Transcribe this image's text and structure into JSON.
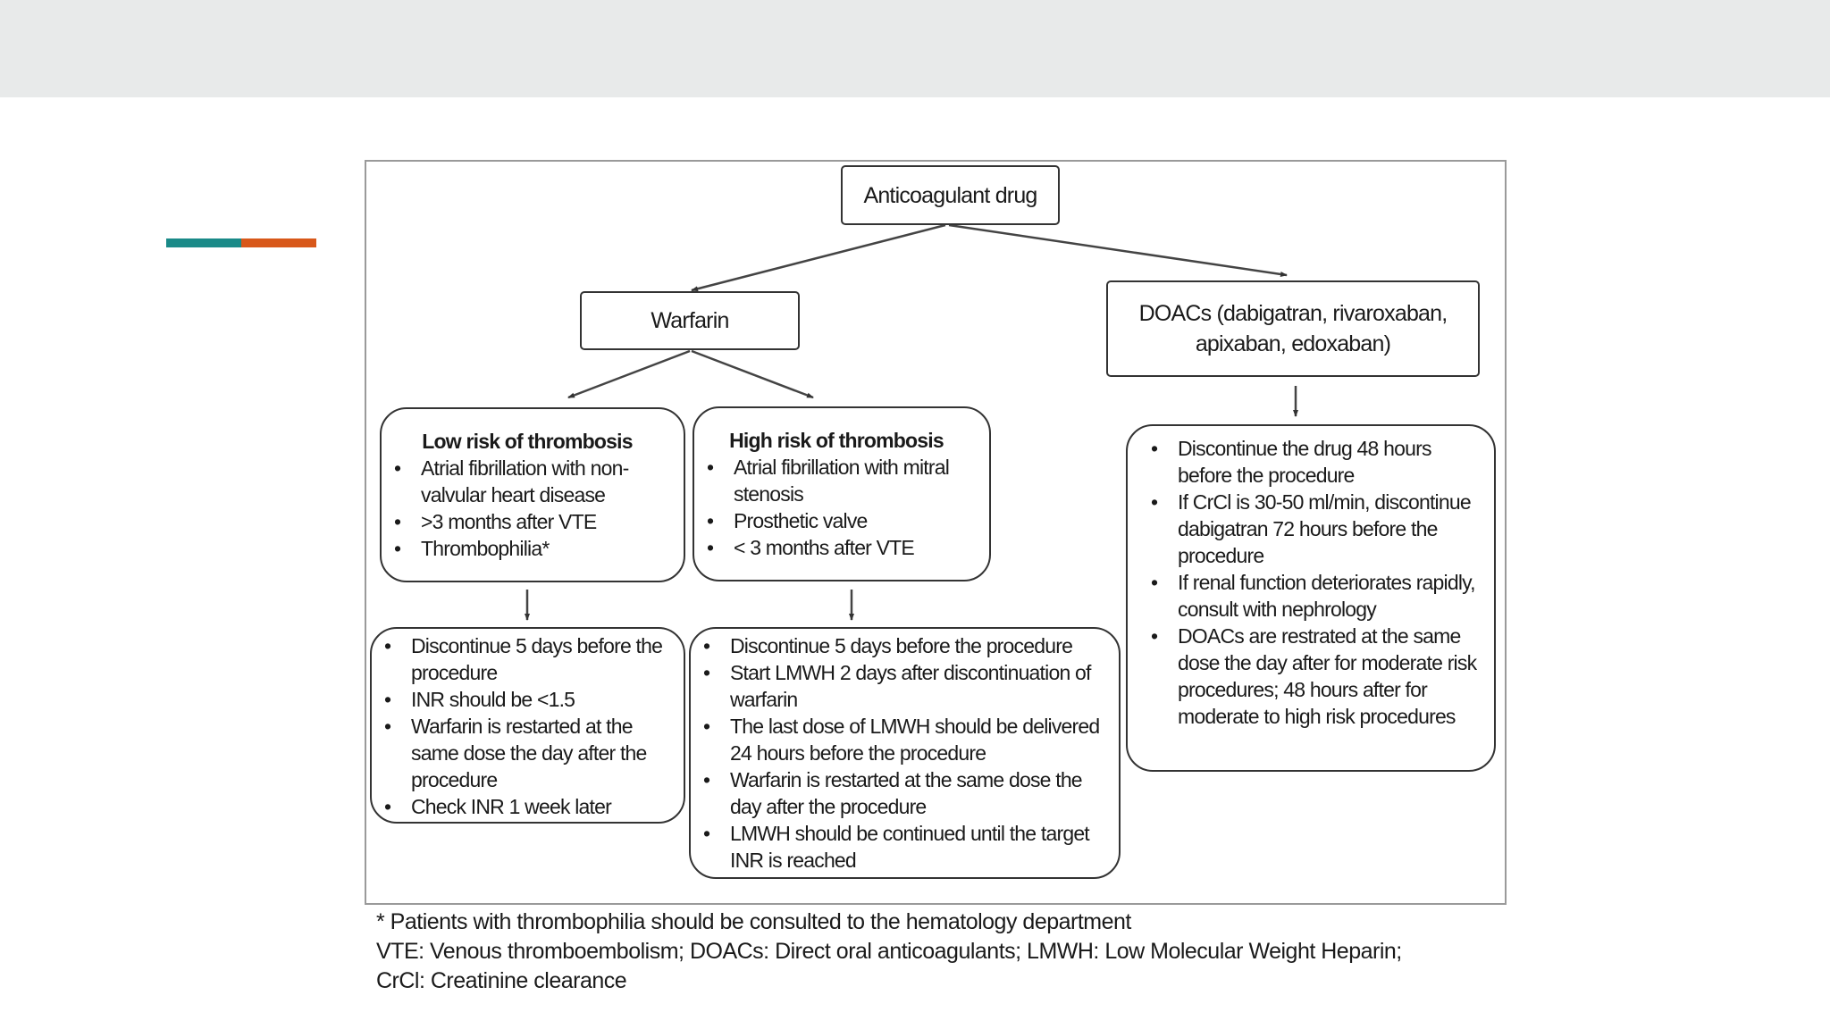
{
  "diagram": {
    "root": "Anticoagulant drug",
    "warfarin": "Warfarin",
    "doacs": "DOACs (dabigatran, rivaroxaban, apixaban, edoxaban)",
    "low_risk": {
      "title": "Low risk of thrombosis",
      "items": [
        "Atrial fibrillation with non-valvular heart disease",
        ">3 months after VTE",
        "Thrombophilia*"
      ]
    },
    "high_risk": {
      "title": "High risk of thrombosis",
      "items": [
        "Atrial fibrillation with mitral stenosis",
        "Prosthetic valve",
        "< 3 months after VTE"
      ]
    },
    "low_risk_actions": [
      "Discontinue 5 days before the procedure",
      "INR should be <1.5",
      "Warfarin is restarted at the same dose the day after the procedure",
      "Check INR 1 week later"
    ],
    "high_risk_actions": [
      "Discontinue 5 days before the procedure",
      "Start LMWH 2 days after discontinuation of warfarin",
      "The last dose of LMWH should be delivered 24 hours before the procedure",
      "Warfarin is restarted at the same dose the day after the procedure",
      "LMWH should be continued until the target INR is reached"
    ],
    "doac_actions": [
      "Discontinue the drug 48 hours before the procedure",
      "If CrCl is 30-50 ml/min, discontinue dabigatran 72 hours before the procedure",
      "If renal function deteriorates rapidly, consult with nephrology",
      "DOACs are restrated at the same dose the day after for moderate risk procedures; 48 hours after for  moderate to high risk procedures"
    ]
  },
  "caption": {
    "line1": "* Patients with thrombophilia should be consulted to the hematology department",
    "line2": "VTE: Venous thromboembolism; DOACs: Direct oral anticoagulants; LMWH: Low Molecular Weight Heparin;",
    "line3": "CrCl: Creatinine clearance"
  }
}
